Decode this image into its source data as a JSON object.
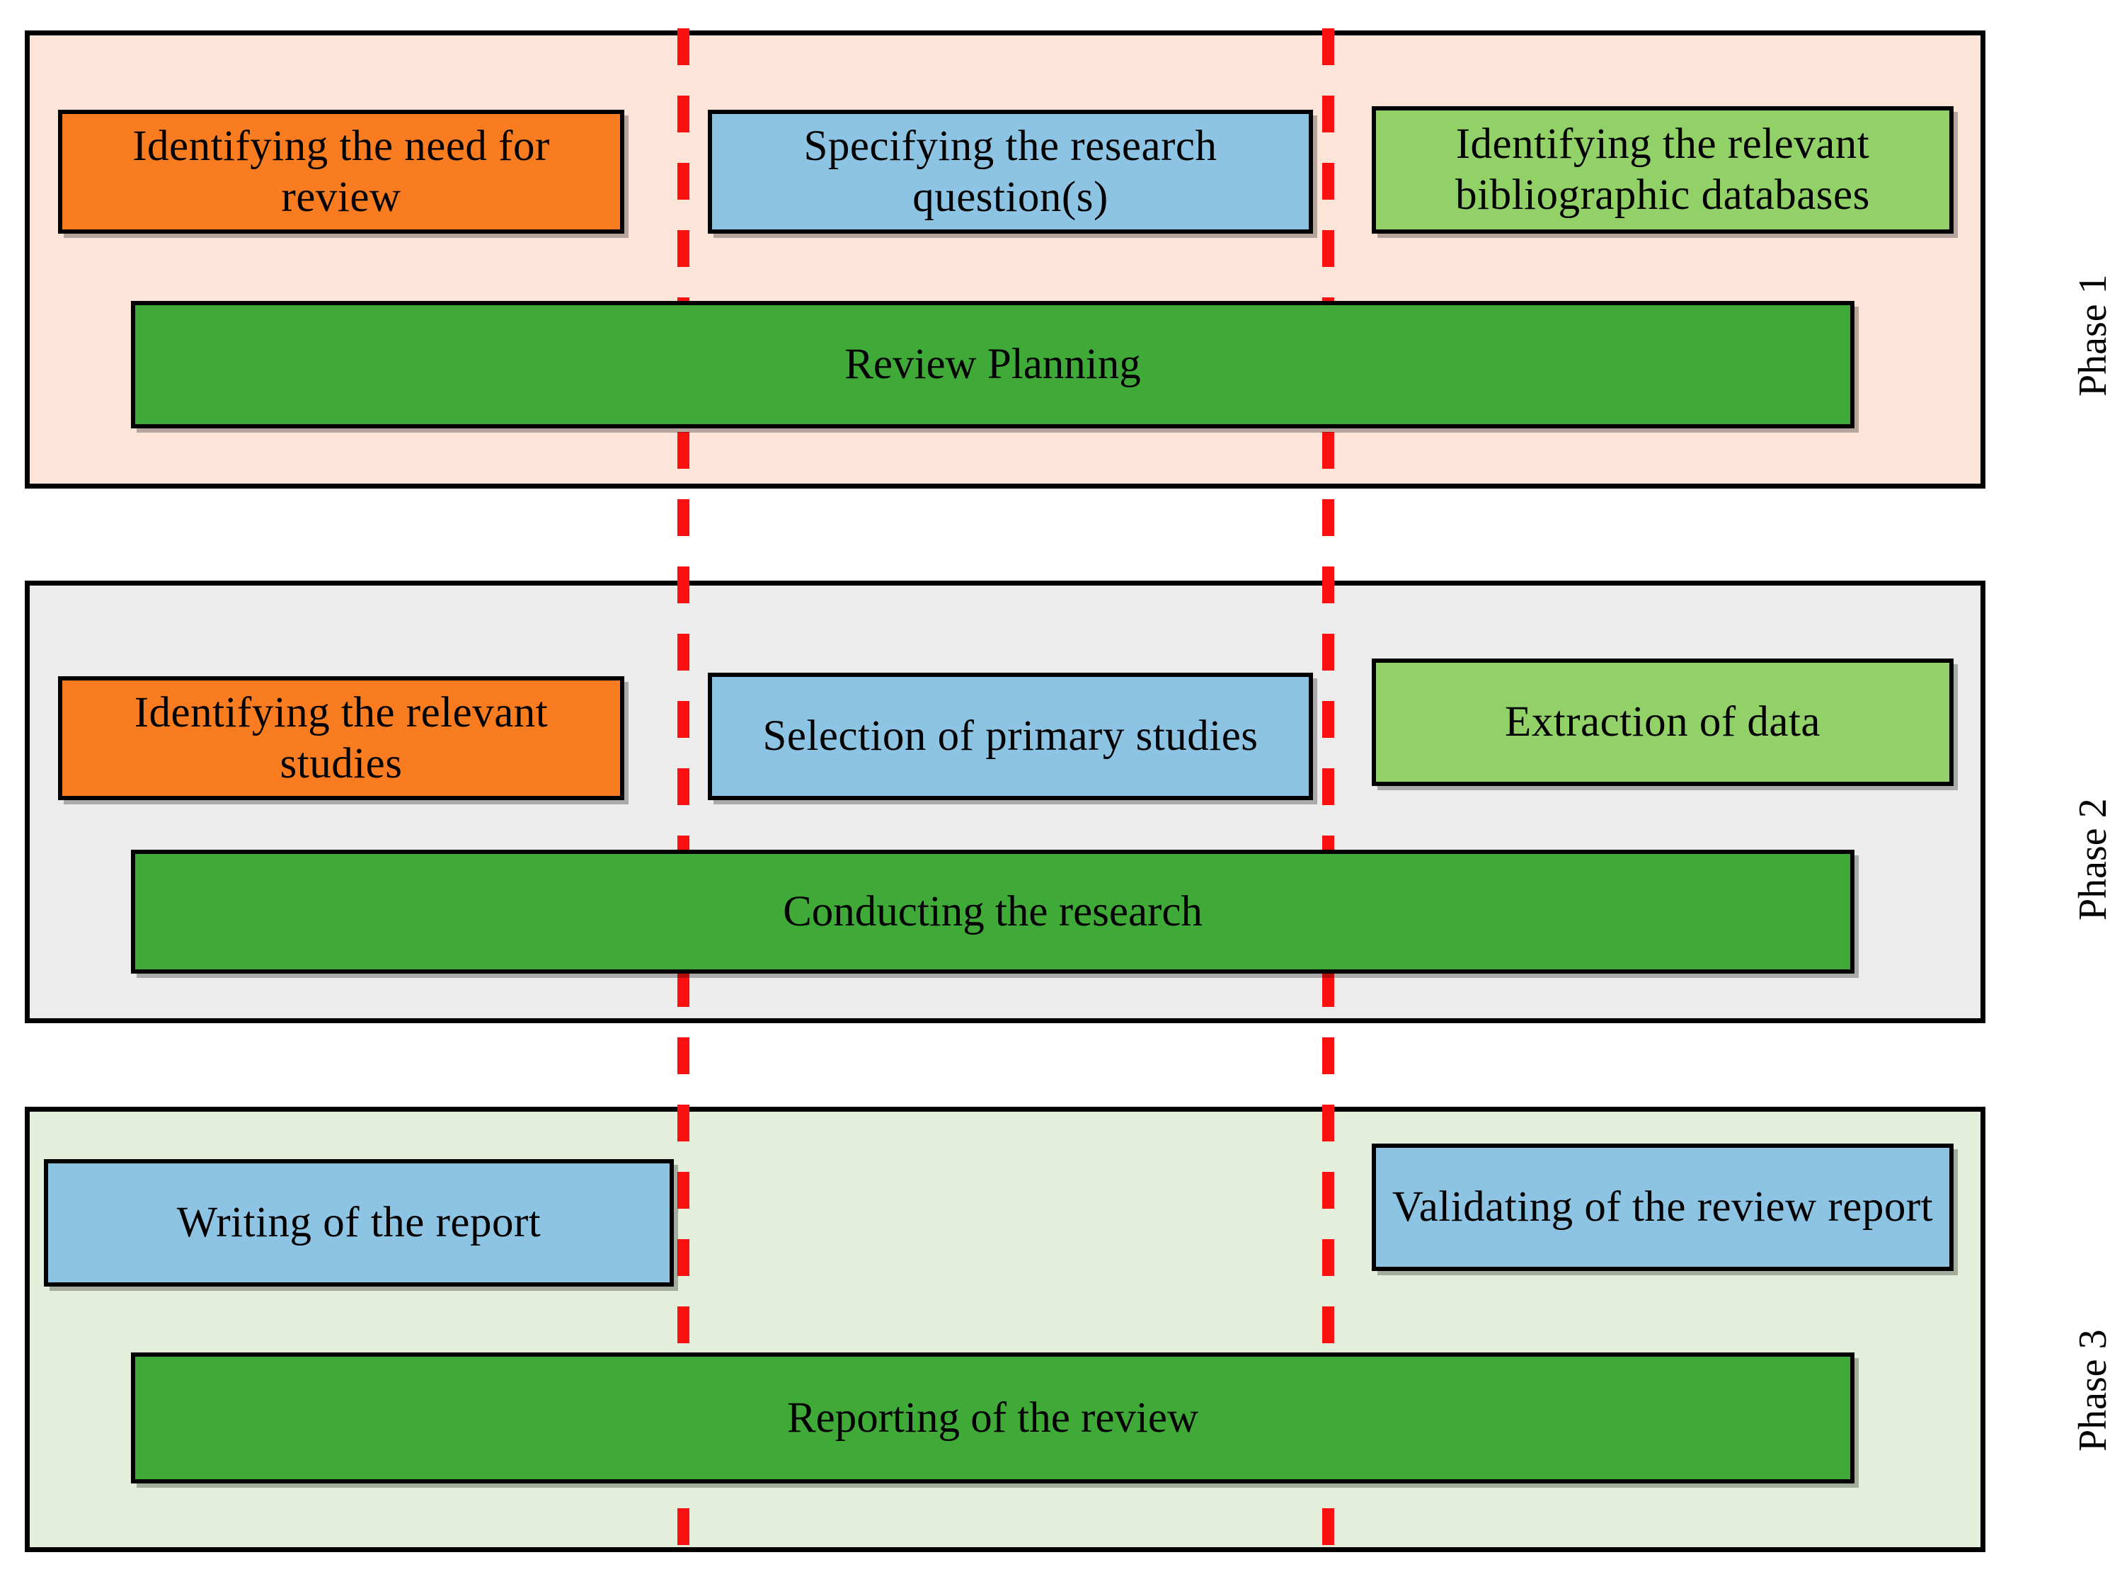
{
  "figure": {
    "type": "process-flow-diagram",
    "description": "Three-phase systematic literature review process diagram",
    "background_color": "#ffffff",
    "divider": {
      "name": "red-dashed-vertical-separator",
      "color": "#fb1010",
      "style": "dashed",
      "count": 2
    }
  },
  "palette": {
    "orange_box": "#f97d20",
    "blue_box": "#8ec4e3",
    "light_green_box": "#92d168",
    "green_band": "#3faa38",
    "phase1_bg": "#fce5d8",
    "phase2_bg": "#ececec",
    "phase3_bg": "#e3efda",
    "border": "#000000",
    "dashed_red": "#fb1010"
  },
  "phases": [
    {
      "id": "phase-1",
      "label": "Phase 1",
      "background": "#fce5d8",
      "steps": [
        {
          "id": "step-identify-need",
          "label": "Identifying  the need for review",
          "color": "#f97d20",
          "column": 1
        },
        {
          "id": "step-specify-question",
          "label": "Specifying  the research question(s)",
          "color": "#8ec4e3",
          "column": 2
        },
        {
          "id": "step-identify-databases",
          "label": "Identifying  the relevant bibliographic databases",
          "color": "#92d168",
          "column": 3
        }
      ],
      "band": {
        "id": "band-review-planning",
        "label": "Review Planning",
        "color": "#3faa38"
      }
    },
    {
      "id": "phase-2",
      "label": "Phase 2",
      "background": "#ececec",
      "steps": [
        {
          "id": "step-identify-studies",
          "label": "Identifying  the relevant studies",
          "color": "#f97d20",
          "column": 1
        },
        {
          "id": "step-selection-primary",
          "label": "Selection of primary studies",
          "color": "#8ec4e3",
          "column": 2
        },
        {
          "id": "step-extraction-data",
          "label": "Extraction of data",
          "color": "#92d168",
          "column": 3
        }
      ],
      "band": {
        "id": "band-conducting-research",
        "label": "Conducting  the research",
        "color": "#3faa38"
      }
    },
    {
      "id": "phase-3",
      "label": "Phase 3",
      "background": "#e3efda",
      "steps": [
        {
          "id": "step-writing-report",
          "label": "Writing  of the report",
          "color": "#8ec4e3",
          "column": 1
        },
        {
          "id": "step-validating-report",
          "label": "Validating  of the review report",
          "color": "#8ec4e3",
          "column": 3
        }
      ],
      "band": {
        "id": "band-reporting-review",
        "label": "Reporting  of the review",
        "color": "#3faa38"
      }
    }
  ]
}
